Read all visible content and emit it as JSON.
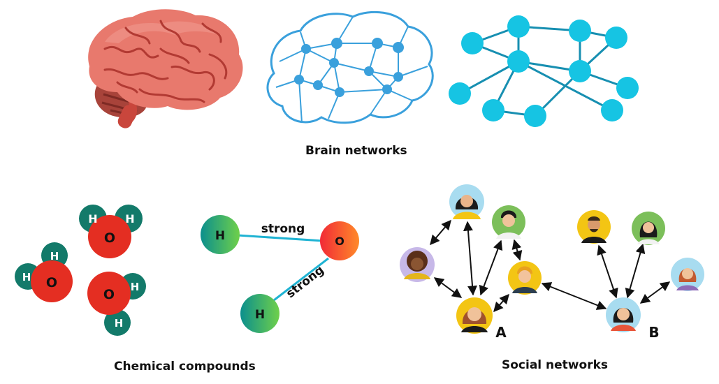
{
  "captions": {
    "brain": "Brain networks",
    "chemical": "Chemical compounds",
    "social": "Social networks"
  },
  "chemistry": {
    "atom_h": "H",
    "atom_o": "O",
    "bond_label": "strong"
  },
  "social": {
    "label_a": "A",
    "label_b": "B"
  },
  "colors": {
    "brain_pink": "#e8796d",
    "brain_dark": "#b23a33",
    "network_blue": "#1aa7d8",
    "network_node": "#16c4e3",
    "oxygen_red": "#e42e22",
    "hydrogen_teal": "#137a6a",
    "bond_line": "#1fb3d3",
    "arrow": "#111111"
  }
}
